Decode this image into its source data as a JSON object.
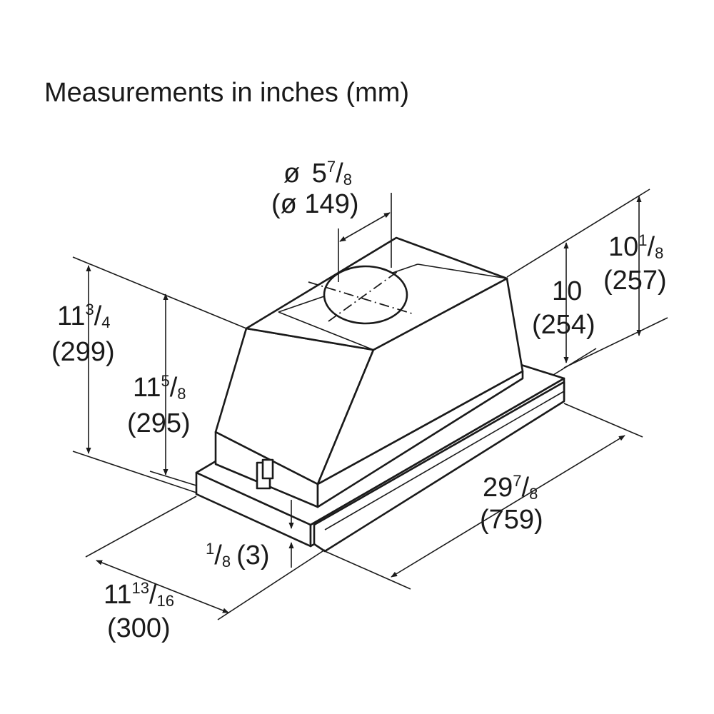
{
  "title": "Measurements in inches (mm)",
  "dimensions": {
    "duct_diameter": {
      "symbol": "ø",
      "whole": "5",
      "num": "7",
      "den": "8",
      "metric": "(ø 149)"
    },
    "overall_height": {
      "whole": "11",
      "num": "3",
      "den": "4",
      "metric": "(299)"
    },
    "body_height": {
      "whole": "11",
      "num": "5",
      "den": "8",
      "metric": "(295)"
    },
    "rear_height": {
      "whole": "10",
      "metric": "(254)"
    },
    "rear_height_total": {
      "whole": "10",
      "num": "1",
      "den": "8",
      "metric": "(257)"
    },
    "width": {
      "whole": "29",
      "num": "7",
      "den": "8",
      "metric": "(759)"
    },
    "depth": {
      "whole": "11",
      "num": "13",
      "den": "16",
      "metric": "(300)"
    },
    "trim_thickness": {
      "num": "1",
      "den": "8",
      "metric": "(3)"
    }
  }
}
